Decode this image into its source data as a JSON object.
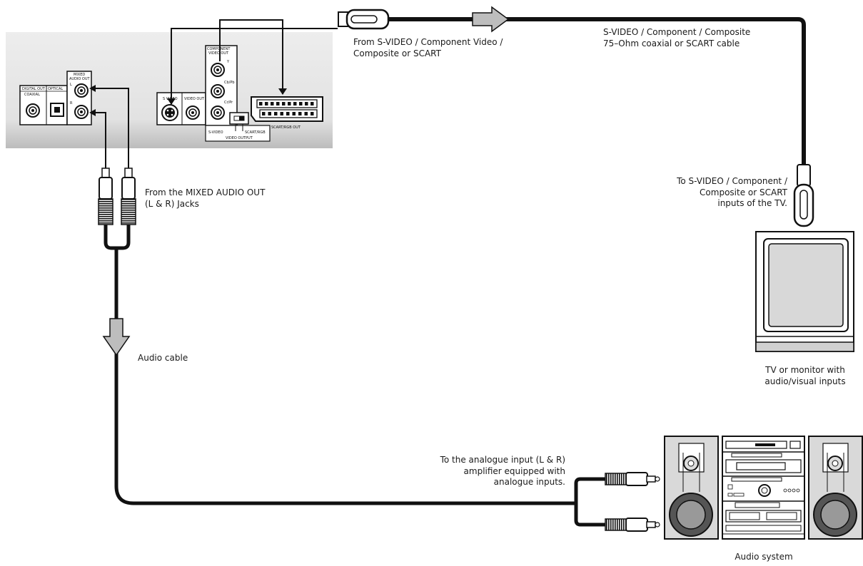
{
  "labels": {
    "from_video": "From S-VIDEO / Component Video /\nComposite or SCART",
    "cable_video": "S-VIDEO / Component / Composite\n75–Ohm coaxial or SCART cable",
    "to_tv": "To S-VIDEO / Component /\nComposite or SCART\ninputs of the TV.",
    "tv": "TV or monitor with\naudio/visual inputs",
    "from_audio": "From the MIXED AUDIO OUT\n(L & R) Jacks",
    "audio_cable": "Audio cable",
    "to_amp": "To the analogue input (L & R)\namplifier equipped with\nanalogue inputs.",
    "audio_system": "Audio system"
  },
  "panel": {
    "digital_out": "DIGITAL OUT",
    "coaxial": "COAXIAL",
    "optical": "OPTICAL",
    "mixed_audio_1": "MIXED",
    "mixed_audio_2": "AUDIO OUT",
    "ch_l": "L",
    "ch_r": "R",
    "s_video": "S VIDEO",
    "video_out": "VIDEO OUT",
    "component_1": "COMPONENT",
    "component_2": "VIDEO OUT",
    "y": "Y",
    "cb": "Cb/Pb",
    "cr": "Cr/Pr",
    "scart_rgb_out": "SCART/RGB OUT",
    "sw_svideo": "S-VIDEO",
    "sw_scart": "SCART/RGB",
    "video_output": "VIDEO OUTPUT"
  },
  "colors": {
    "cable": "#111111",
    "panel": "#e6e6e6",
    "arrow": "#bdbdbd",
    "screen": "#d8d8d8"
  }
}
